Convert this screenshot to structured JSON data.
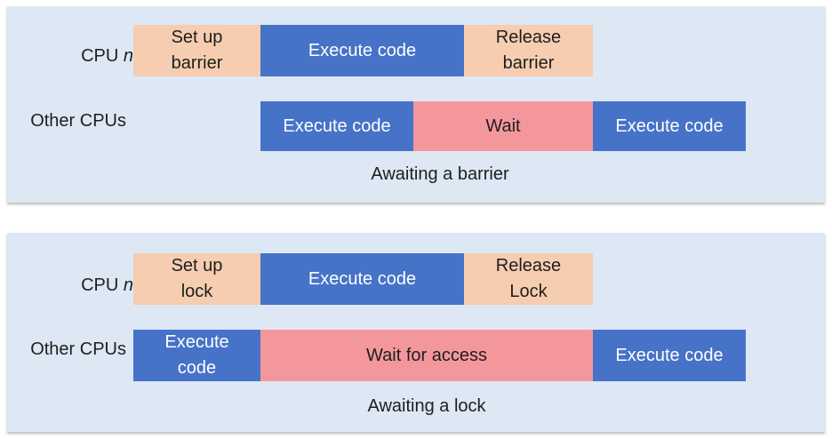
{
  "panels": [
    {
      "caption": "Awaiting a barrier",
      "cpu_n_label": "CPU",
      "cpu_n_var": "n",
      "other_label": "Other CPUs",
      "cpu_n_blocks": [
        "Set up\nbarrier",
        "Execute code",
        "Release\nbarrier"
      ],
      "other_blocks": [
        "Execute code",
        "Wait",
        "Execute code"
      ]
    },
    {
      "caption": "Awaiting a lock",
      "cpu_n_label": "CPU",
      "cpu_n_var": "n",
      "other_label": "Other CPUs",
      "cpu_n_blocks": [
        "Set up\nlock",
        "Execute code",
        "Release\nLock"
      ],
      "other_blocks": [
        "Execute\ncode",
        "Wait for access",
        "Execute code"
      ]
    }
  ],
  "colors": {
    "panel_background": "#dde8f4",
    "execute": "#4673c8",
    "setup_release": "#f6cdb0",
    "wait": "#f4979c"
  }
}
